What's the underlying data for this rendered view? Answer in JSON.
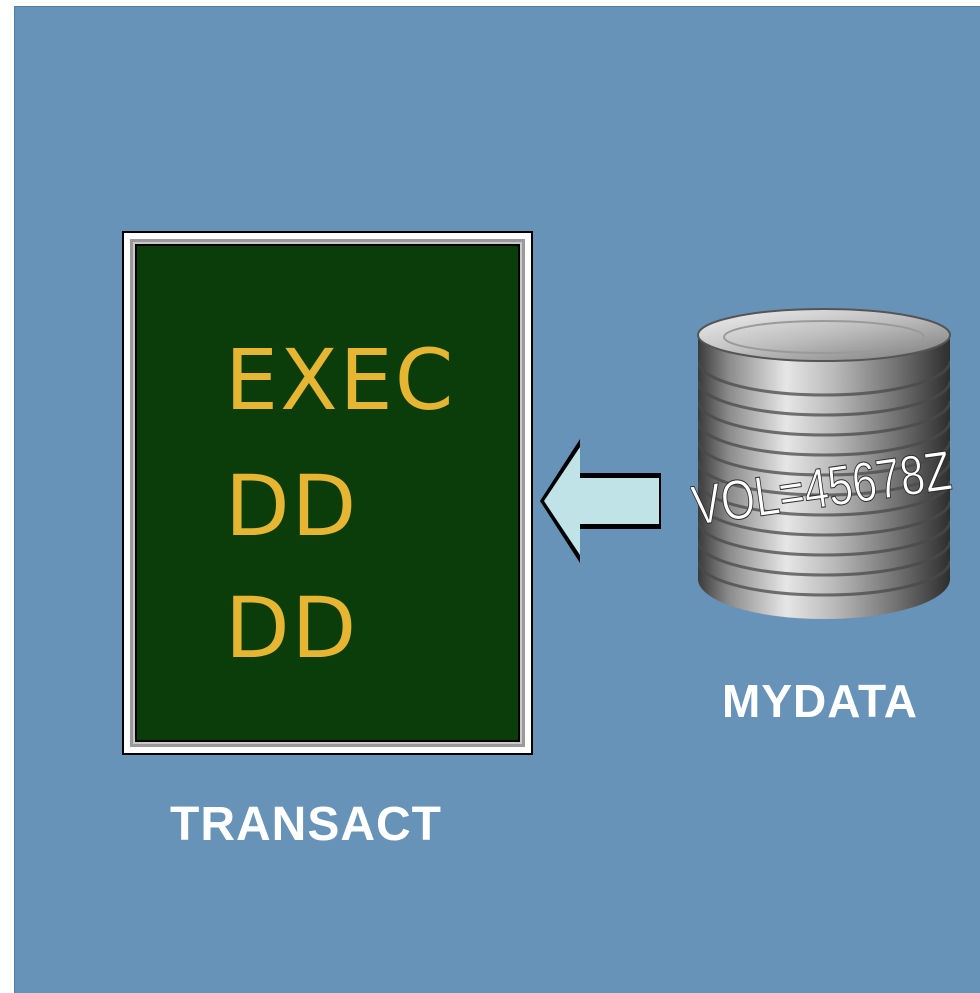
{
  "job": {
    "name": "TRANSACT",
    "lines": [
      "EXEC",
      "DD",
      "DD"
    ]
  },
  "dataset": {
    "name": "MYDATA",
    "volume": "VOL=45678Z"
  },
  "colors": {
    "background": "#6893b9",
    "screen": "#0a3d0a",
    "code_text": "#e6b531",
    "arrow_fill": "#bfe3e6",
    "label_text": "#ffffff"
  },
  "icons": {
    "job_panel": "terminal-screen-icon",
    "arrow": "left-arrow-icon",
    "disk": "disk-volume-icon"
  }
}
